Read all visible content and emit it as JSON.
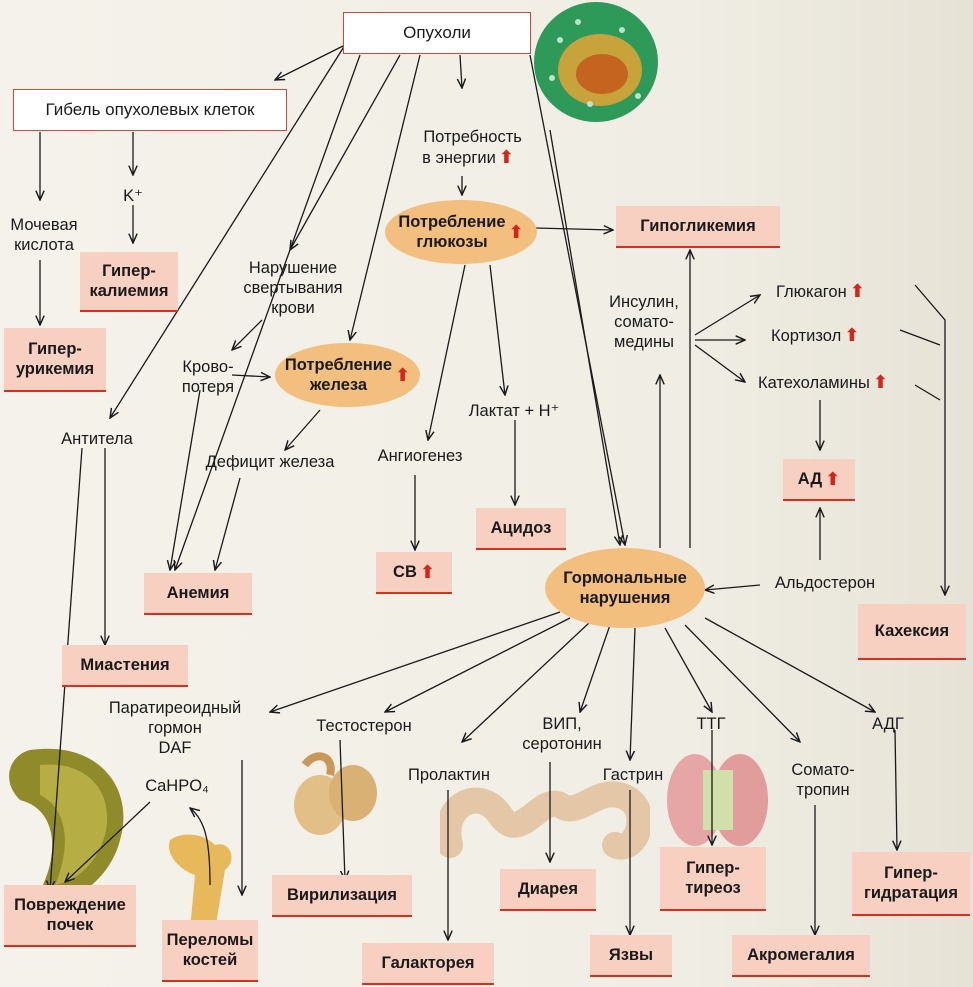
{
  "nodes": {
    "tumors": "Опухоли",
    "tumor_cell_death": "Гибель опухолевых клеток",
    "energy_need": "Потребность\nв энергии",
    "uric_acid": "Мочевая\nкислота",
    "potassium": "K⁺",
    "hyperkalemia": "Гипер-\nкалиемия",
    "hyperuricemia": "Гипер-\nурикемия",
    "coagulation_disorder": "Нарушение\nсвертывания\nкрови",
    "glucose_consumption": "Потребление\nглюкозы",
    "hypoglycemia": "Гипогликемия",
    "insulin_somatomedins": "Инсулин,\nсомато-\nмедины",
    "glucagon": "Глюкагон",
    "cortisol": "Кортизол",
    "catecholamines": "Катехоламины",
    "blood_loss": "Крово-\nпотеря",
    "iron_consumption": "Потребление\nжелеза",
    "lactate": "Лактат + H⁺",
    "antibodies": "Антитела",
    "iron_deficiency": "Дефицит железа",
    "angiogenesis": "Ангиогенез",
    "bp": "АД",
    "acidosis": "Ацидоз",
    "anemia": "Анемия",
    "sv": "СВ",
    "hormonal_disorders": "Гормональные\nнарушения",
    "aldosterone": "Альдостерон",
    "cachexia": "Кахексия",
    "myasthenia": "Миастения",
    "pth": "Паратиреоидный\nгормон\nDAF",
    "testosterone": "Тестостерон",
    "vip_serotonin": "ВИП,\nсеротонин",
    "ttg": "ТТГ",
    "adg": "АДГ",
    "cahpo4": "CaHPO₄",
    "prolactin": "Пролактин",
    "gastrin": "Гастрин",
    "somatotropin": "Сомато-\nтропин",
    "kidney_damage": "Повреждение\nпочек",
    "virilization": "Вирилизация",
    "diarrhea": "Диарея",
    "hyperthyroidism": "Гипер-\nтиреоз",
    "hyperhydration": "Гипер-\nгидратация",
    "bone_fractures": "Переломы\nкостей",
    "galactorrhea": "Галакторея",
    "ulcers": "Язвы",
    "acromegaly": "Акромегалия"
  },
  "up_arrow_symbol": "⬆",
  "colors": {
    "result_box": "#f7d0c2",
    "result_underline": "#d6301f",
    "oval": "#f2bf7f",
    "box_border": "#d7473b",
    "up_arrow": "#d6241a"
  }
}
